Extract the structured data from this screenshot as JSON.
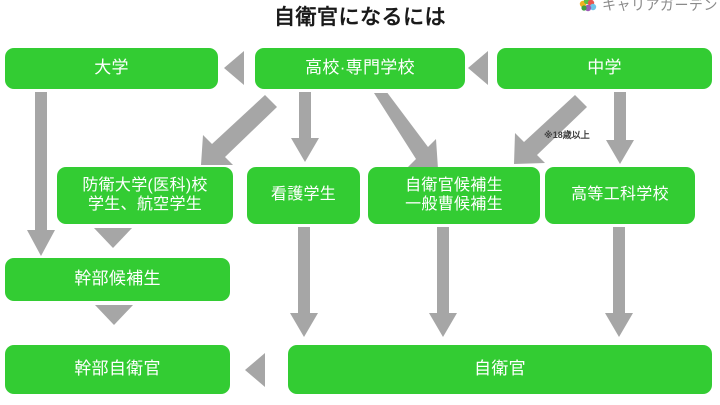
{
  "page": {
    "title": "自衛官になるには",
    "background_color": "#ffffff",
    "node_color": "#33cc33",
    "node_text_color": "#ffffff",
    "connector_color": "#a6a6a6",
    "title_color": "#1a1a1a"
  },
  "logo": {
    "text": "キャリアガーデン",
    "icon": "flower-logo-icon"
  },
  "nodes": [
    {
      "id": "university",
      "label": "大学",
      "row": "top"
    },
    {
      "id": "highschool",
      "label": "高校·専門学校",
      "row": "top"
    },
    {
      "id": "juniorhigh",
      "label": "中学",
      "row": "top"
    },
    {
      "id": "defense-academy",
      "label": "防衛大学(医科)校\n学生、航空学生",
      "line1": "防衛大学(医科)校",
      "line2": "学生、航空学生",
      "row": "middle"
    },
    {
      "id": "nursing-student",
      "label": "看護学生",
      "row": "middle"
    },
    {
      "id": "candidate",
      "label": "自衛官候補生\n一般曹候補生",
      "line1": "自衛官候補生",
      "line2": "一般曹候補生",
      "row": "middle"
    },
    {
      "id": "technical-school",
      "label": "高等工科学校",
      "row": "middle"
    },
    {
      "id": "officer-cadet",
      "label": "幹部候補生",
      "row": "lower"
    },
    {
      "id": "officer",
      "label": "幹部自衛官",
      "row": "bottom"
    },
    {
      "id": "sdf-personnel",
      "label": "自衛官",
      "row": "bottom"
    }
  ],
  "annotations": [
    {
      "id": "age-note",
      "text": "※18歳以上"
    }
  ],
  "connectors": [
    {
      "id": "highschool-to-university",
      "type": "triangle-left"
    },
    {
      "id": "juniorhigh-to-highschool",
      "type": "triangle-left"
    },
    {
      "id": "university-to-officer-cadet",
      "type": "arrow-down"
    },
    {
      "id": "highschool-to-defense",
      "type": "arrow-diagonal-down-left"
    },
    {
      "id": "highschool-to-nursing",
      "type": "arrow-down"
    },
    {
      "id": "highschool-to-candidate",
      "type": "arrow-diagonal-down-right"
    },
    {
      "id": "juniorhigh-to-candidate",
      "type": "arrow-diagonal-down-left"
    },
    {
      "id": "juniorhigh-to-technical",
      "type": "arrow-down"
    },
    {
      "id": "defense-to-officer-cadet",
      "type": "triangle-down"
    },
    {
      "id": "officer-cadet-to-officer",
      "type": "triangle-down"
    },
    {
      "id": "nursing-to-sdf",
      "type": "arrow-down"
    },
    {
      "id": "candidate-to-sdf",
      "type": "arrow-down"
    },
    {
      "id": "technical-to-sdf",
      "type": "arrow-down"
    },
    {
      "id": "sdf-to-officer",
      "type": "triangle-left"
    }
  ]
}
